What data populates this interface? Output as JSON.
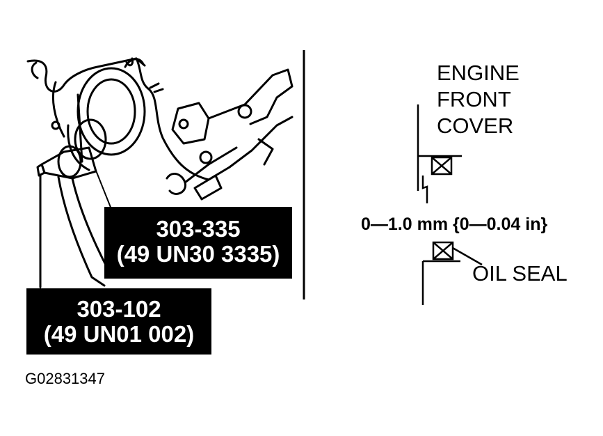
{
  "tools": [
    {
      "number": "303-335",
      "part": "(49 UN30 3335)"
    },
    {
      "number": "303-102",
      "part": "(49 UN01 002)"
    }
  ],
  "labels": {
    "engine_front_cover": [
      "ENGINE",
      "FRONT",
      "COVER"
    ],
    "clearance": "0—1.0 mm {0—0.04 in}",
    "oil_seal": "OIL SEAL"
  },
  "figure_id": "G02831347",
  "colors": {
    "ink": "#000000",
    "paper": "#ffffff"
  }
}
